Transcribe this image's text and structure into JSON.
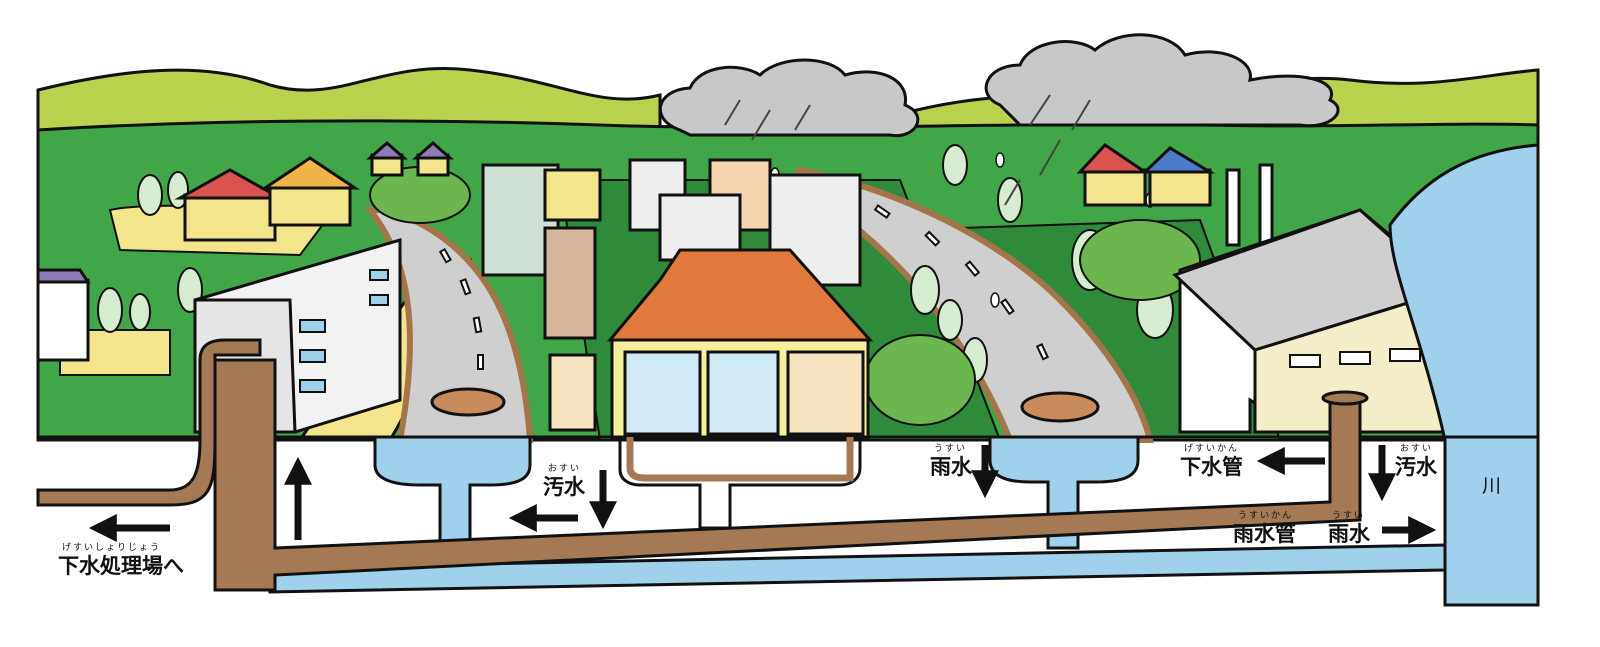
{
  "labels": {
    "to_treatment": "下水処理場へ",
    "to_treatment_ruby": "げすいしょりじょう",
    "sewage_left": "汚水",
    "sewage_left_ruby": "おすい",
    "rain_mid": "雨水",
    "rain_mid_ruby": "うすい",
    "sewer_pipe": "下水管",
    "sewer_pipe_ruby": "げすいかん",
    "sewage_right": "汚水",
    "sewage_right_ruby": "おすい",
    "storm_pipe": "雨水管",
    "storm_pipe_ruby": "うすいかん",
    "rain_right": "雨水",
    "rain_right_ruby": "うすい",
    "river": "川"
  },
  "colors": {
    "hills_light": "#b9d24e",
    "forest": "#41a647",
    "ground_dark": "#2f8a39",
    "road": "#cfcfcf",
    "road_edge": "#a5754a",
    "sidewalk": "#f3e58c",
    "sewer_pipe": "#a47954",
    "storm_pipe": "#9fd1ec",
    "river": "#9fd1ec",
    "cloud": "#c8c8c8",
    "roof_orange": "#e07a3c",
    "roof_red": "#d9534f",
    "building_wall": "#f2f2f2",
    "underground": "#ffffff"
  },
  "icons": [
    "cloud-icon",
    "rain-icon",
    "house-icon",
    "factory-icon",
    "manhole-icon",
    "arrow-icon"
  ]
}
